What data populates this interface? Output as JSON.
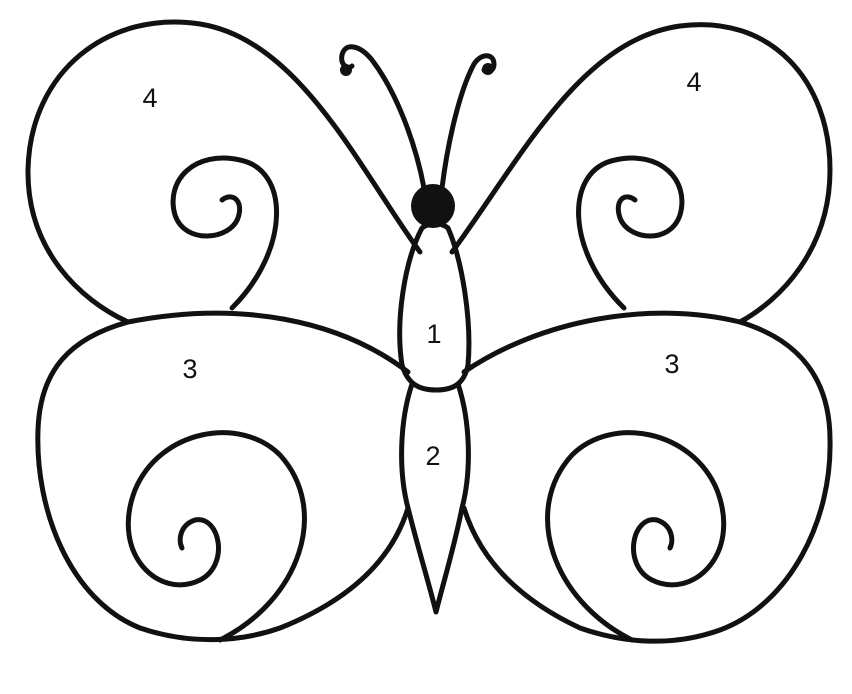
{
  "colors": {
    "line": "#111111",
    "fill": "#ffffff",
    "head": "#111111"
  },
  "labels": {
    "body_upper": "1",
    "body_lower": "2",
    "lower_wing_left": "3",
    "lower_wing_right": "3",
    "upper_wing_left": "4",
    "upper_wing_right": "4"
  }
}
